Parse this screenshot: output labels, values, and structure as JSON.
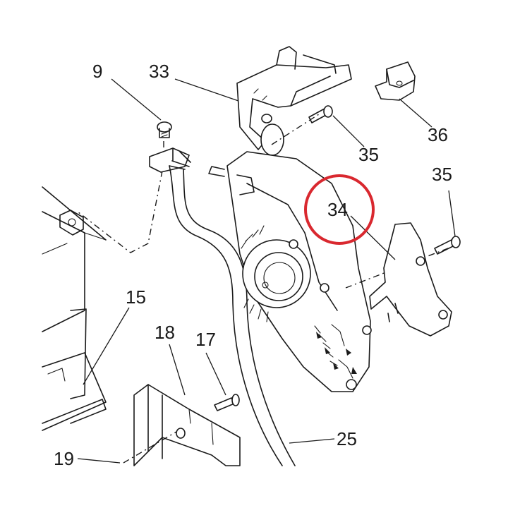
{
  "highlight_color": "#d9282f",
  "callouts": [
    {
      "id": "9",
      "text": "9"
    },
    {
      "id": "33",
      "text": "33"
    },
    {
      "id": "35a",
      "text": "35"
    },
    {
      "id": "36",
      "text": "36"
    },
    {
      "id": "35b",
      "text": "35"
    },
    {
      "id": "34",
      "text": "34",
      "highlighted": true
    },
    {
      "id": "15",
      "text": "15"
    },
    {
      "id": "18",
      "text": "18"
    },
    {
      "id": "17",
      "text": "17"
    },
    {
      "id": "25",
      "text": "25"
    },
    {
      "id": "19",
      "text": "19"
    }
  ]
}
